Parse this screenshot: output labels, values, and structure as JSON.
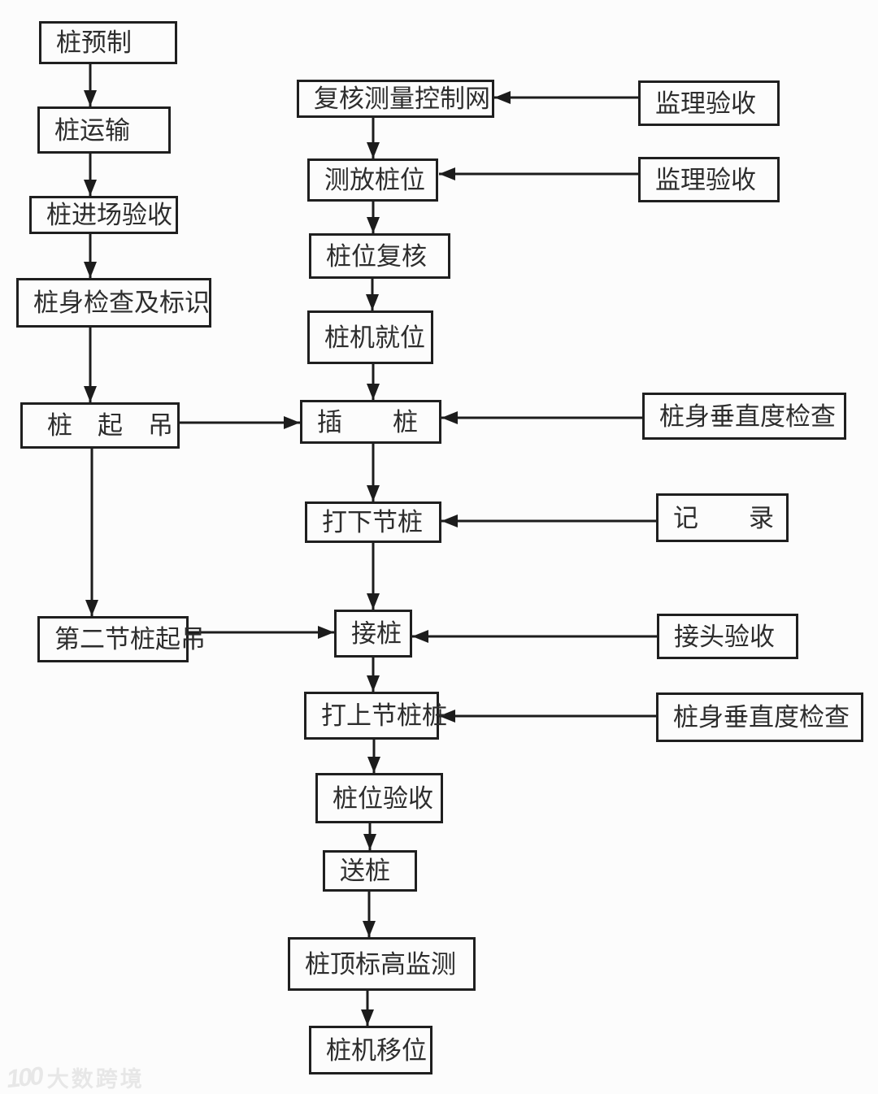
{
  "diagram": {
    "kind": "flowchart",
    "language": "zh-CN"
  },
  "nodes": {
    "pile_precast": "桩预制",
    "pile_transport": "桩运输",
    "pile_site_acceptance": "桩进场验收",
    "pile_inspection_marking": "桩身检查及标识",
    "pile_lifting": "桩　起　吊",
    "second_pile_lifting": "第二节桩起吊",
    "recheck_survey_network": "复核测量控制网",
    "set_out_pile_position": "测放桩位",
    "pile_position_recheck": "桩位复核",
    "pile_rig_positioning": "桩机就位",
    "insert_pile": "插　　桩",
    "drive_lower_pile": "打下节桩",
    "splice_pile": "接桩",
    "drive_upper_pile": "打上节桩桩",
    "pile_position_acceptance": "桩位验收",
    "send_pile": "送桩",
    "pile_top_elevation_monitoring": "桩顶标高监测",
    "pile_rig_relocation": "桩机移位",
    "supervision_acceptance_1": "监理验收",
    "supervision_acceptance_2": "监理验收",
    "verticality_check_1": "桩身垂直度检查",
    "record": "记　　录",
    "joint_acceptance": "接头验收",
    "verticality_check_2": "桩身垂直度检查"
  },
  "edges": [
    [
      "pile_precast",
      "pile_transport"
    ],
    [
      "pile_transport",
      "pile_site_acceptance"
    ],
    [
      "pile_site_acceptance",
      "pile_inspection_marking"
    ],
    [
      "pile_inspection_marking",
      "pile_lifting"
    ],
    [
      "pile_lifting",
      "second_pile_lifting"
    ],
    [
      "pile_lifting",
      "insert_pile"
    ],
    [
      "second_pile_lifting",
      "splice_pile"
    ],
    [
      "recheck_survey_network",
      "set_out_pile_position"
    ],
    [
      "set_out_pile_position",
      "pile_position_recheck"
    ],
    [
      "pile_position_recheck",
      "pile_rig_positioning"
    ],
    [
      "pile_rig_positioning",
      "insert_pile"
    ],
    [
      "insert_pile",
      "drive_lower_pile"
    ],
    [
      "drive_lower_pile",
      "splice_pile"
    ],
    [
      "splice_pile",
      "drive_upper_pile"
    ],
    [
      "drive_upper_pile",
      "pile_position_acceptance"
    ],
    [
      "pile_position_acceptance",
      "send_pile"
    ],
    [
      "send_pile",
      "pile_top_elevation_monitoring"
    ],
    [
      "pile_top_elevation_monitoring",
      "pile_rig_relocation"
    ],
    [
      "supervision_acceptance_1",
      "recheck_survey_network"
    ],
    [
      "supervision_acceptance_2",
      "set_out_pile_position"
    ],
    [
      "verticality_check_1",
      "insert_pile"
    ],
    [
      "record",
      "drive_lower_pile"
    ],
    [
      "joint_acceptance",
      "splice_pile"
    ],
    [
      "verticality_check_2",
      "drive_upper_pile"
    ]
  ],
  "watermark": {
    "logo": "100",
    "brand": "大数跨境"
  },
  "colors": {
    "background": "#fcfcfc",
    "line": "#1c1c1c",
    "box_border": "#1f1f1f",
    "text": "#2d2d2d",
    "watermark": "#e7e7e7"
  }
}
